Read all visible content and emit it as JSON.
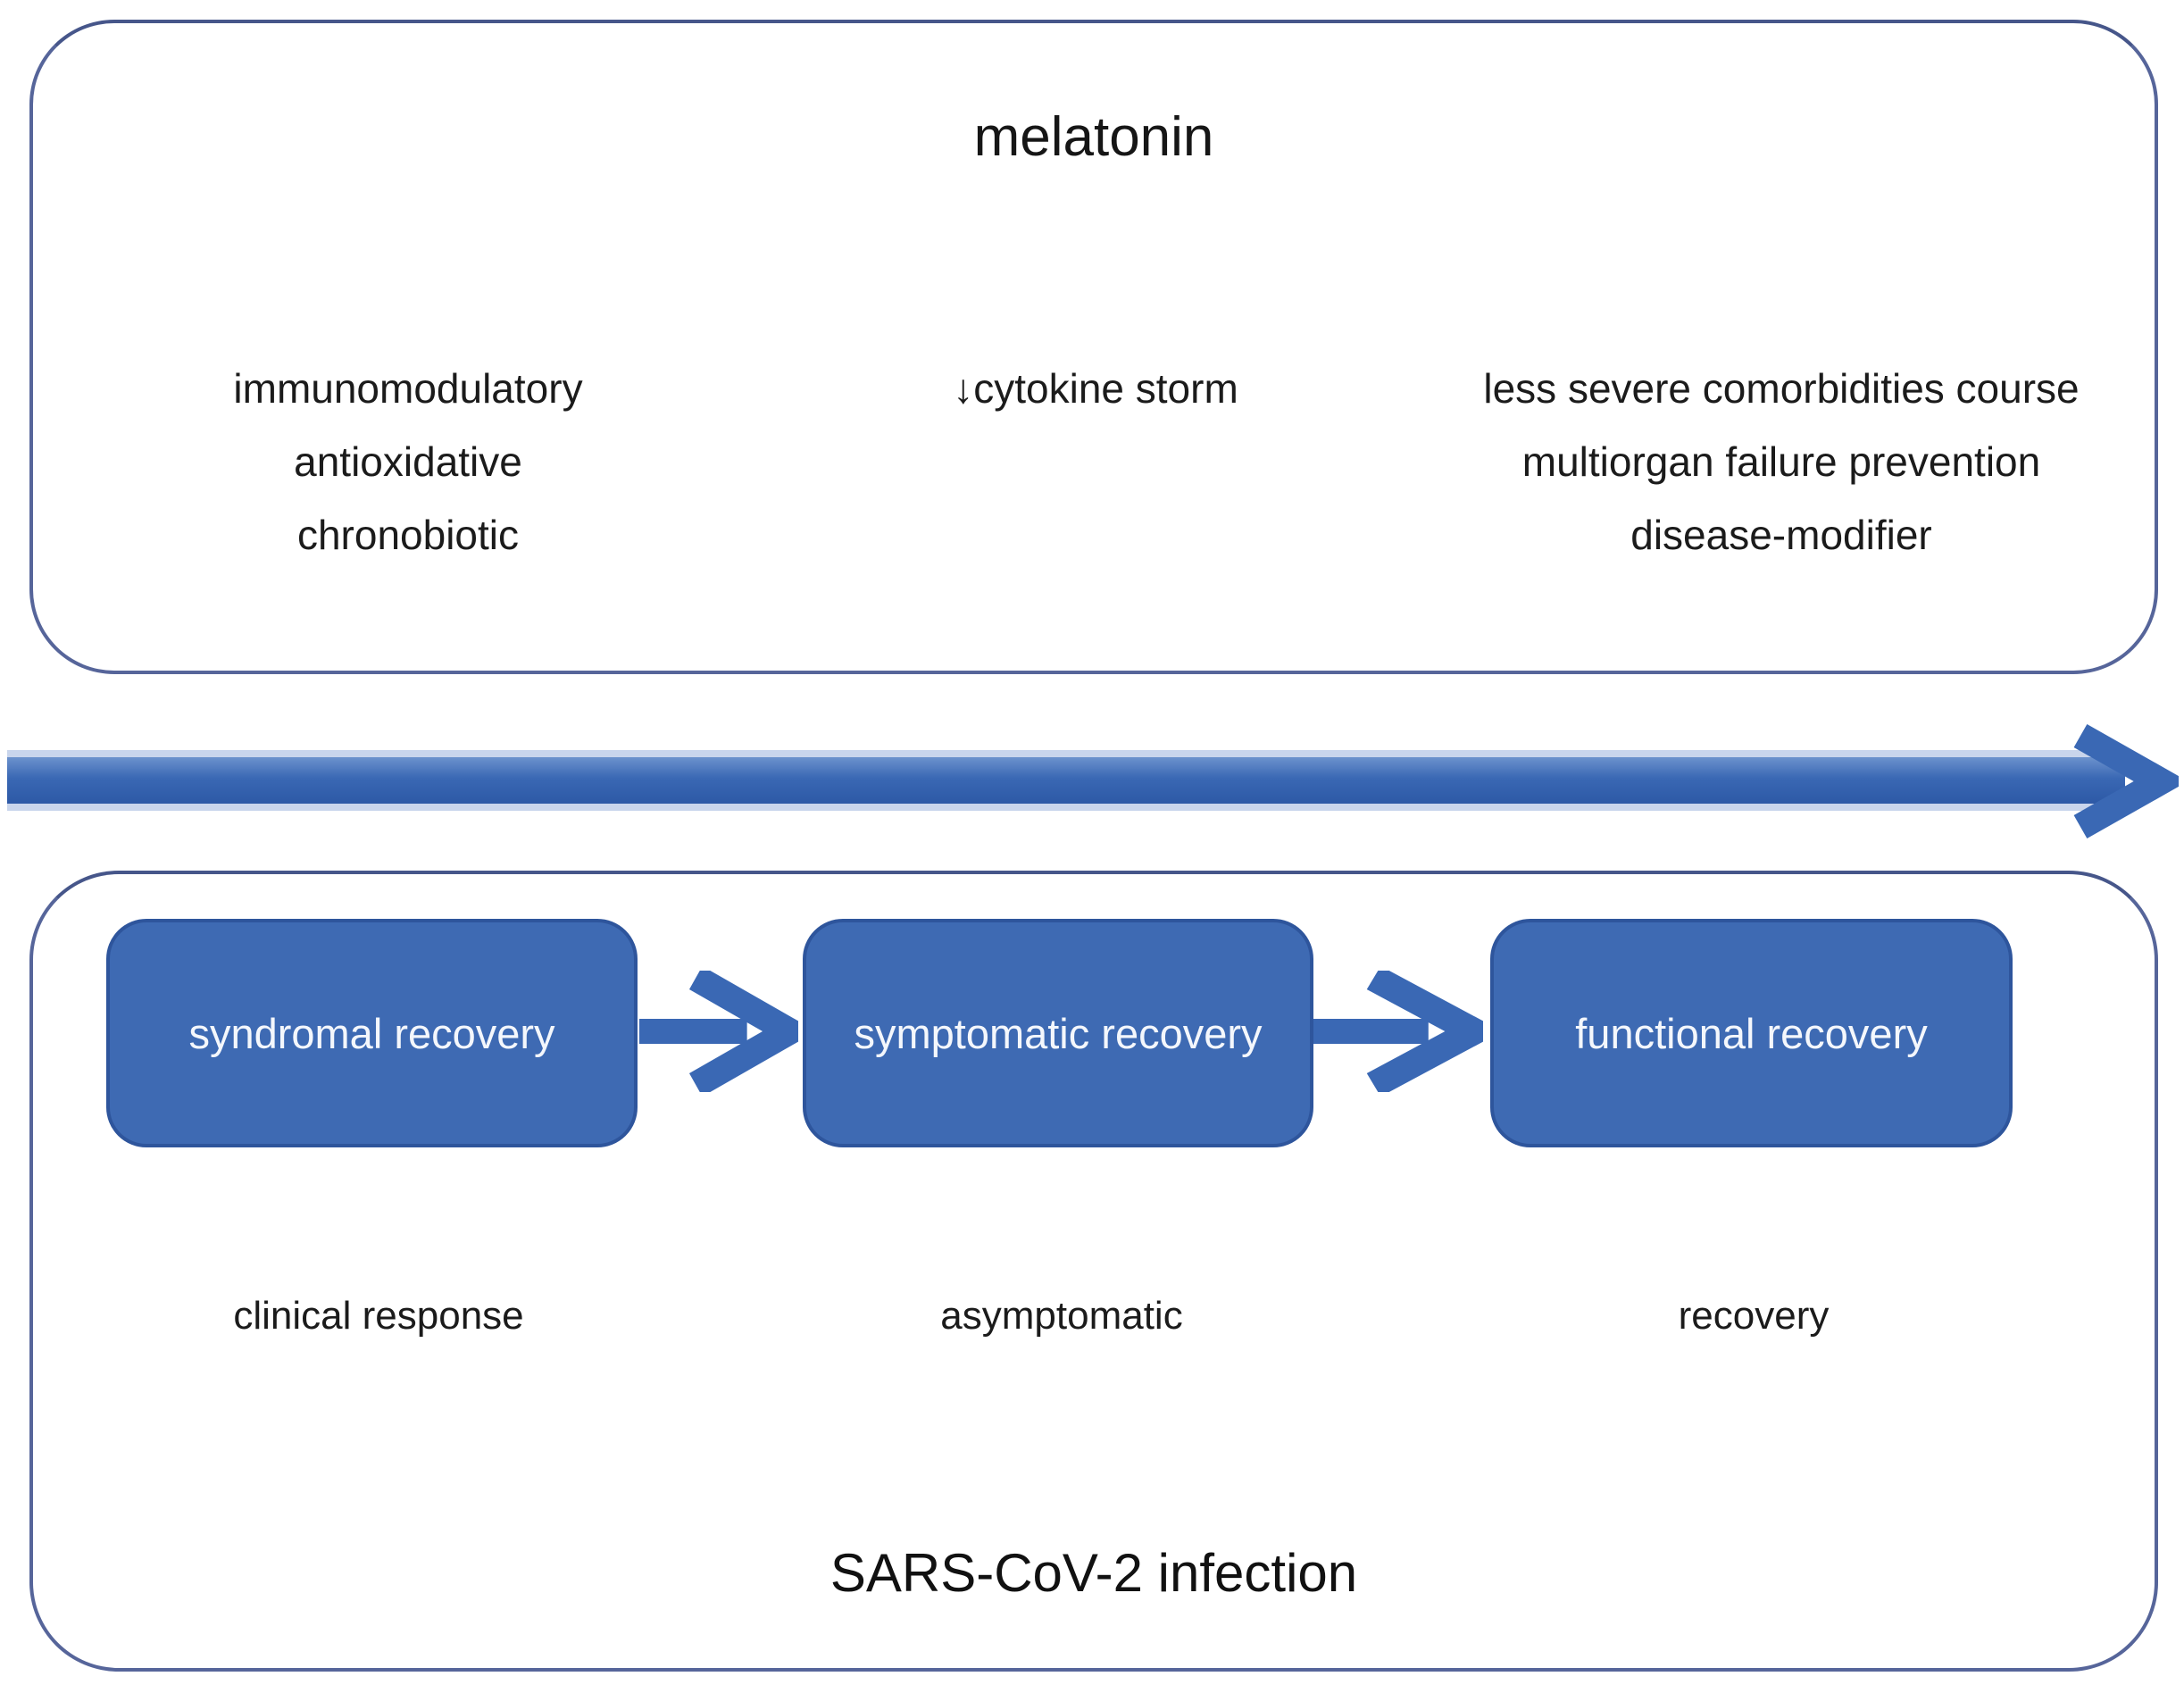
{
  "figure": {
    "top_panel": {
      "title": "melatonin",
      "columns": [
        {
          "lines": [
            "immunomodulatory",
            "antioxidative",
            "chronobiotic"
          ]
        },
        {
          "lines": [
            "↓cytokine storm"
          ]
        },
        {
          "lines": [
            "less severe comorbidities course",
            "multiorgan failure prevention",
            "disease-modifier"
          ]
        }
      ]
    },
    "progression_arrow": {
      "direction": "right"
    },
    "bottom_panel": {
      "stages": [
        {
          "label": "syndromal recovery",
          "sublabel": "clinical response"
        },
        {
          "label": "symptomatic recovery",
          "sublabel": "asymptomatic"
        },
        {
          "label": "functional recovery",
          "sublabel": "recovery"
        }
      ],
      "title": "SARS-CoV-2 infection"
    },
    "colors": {
      "stage_box_fill": "#3e6ab3",
      "stage_box_border": "#2e559c",
      "arrow_blue": "#3a68b4",
      "arrow_halo": "#c9d5ec",
      "panel_border": "#56659a",
      "text": "#1b1b1b",
      "stage_text": "#f4f7fc"
    }
  }
}
